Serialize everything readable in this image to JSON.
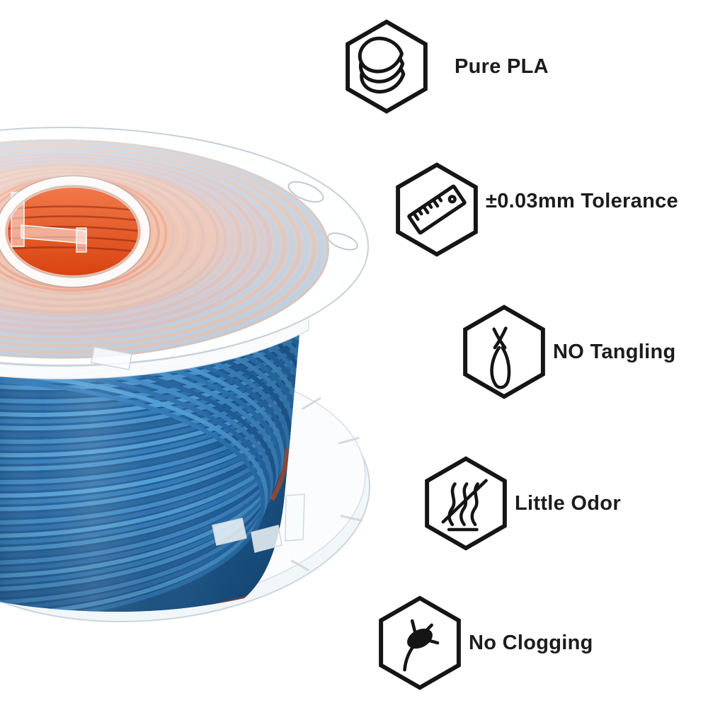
{
  "background_color": "#ffffff",
  "photo": {
    "subject": "filament-spool",
    "filament_outer_color": "#3a87c6",
    "filament_inner_color": "#e8561f",
    "spool_plastic": "transparent-clear"
  },
  "features": [
    {
      "icon": "stacked-leaves-icon",
      "label": "Pure PLA"
    },
    {
      "icon": "ruler-icon",
      "label": "±0.03mm Tolerance"
    },
    {
      "icon": "no-tangling-icon",
      "label": "NO Tangling"
    },
    {
      "icon": "odor-waves-icon",
      "label": "Little Odor"
    },
    {
      "icon": "no-clogging-icon",
      "label": "No Clogging"
    }
  ],
  "style": {
    "icon_stroke": "#151515",
    "label_color": "#1c1c1c"
  }
}
